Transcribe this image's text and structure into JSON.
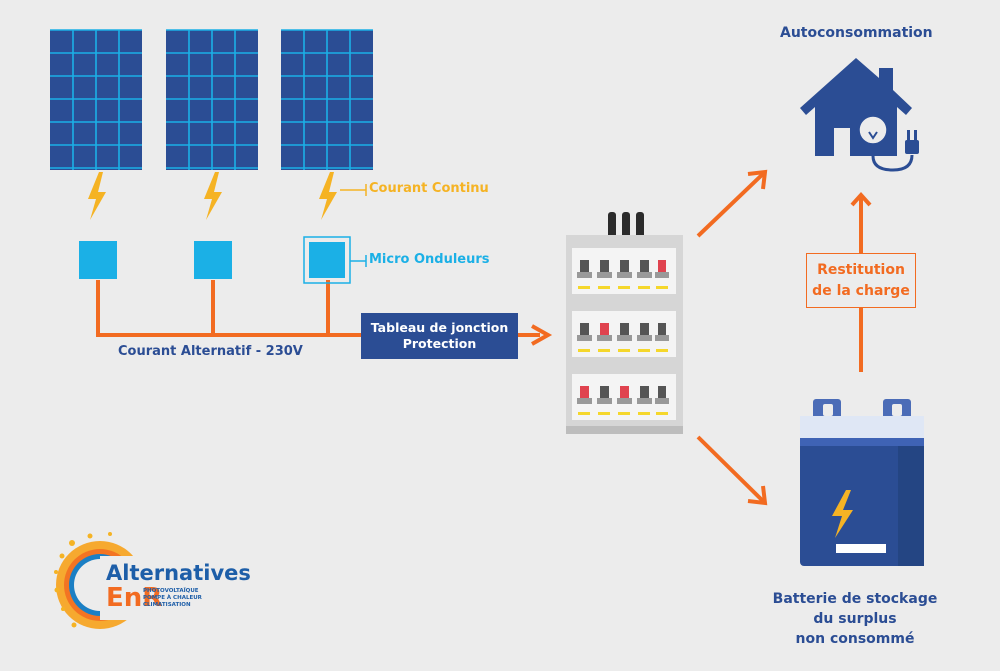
{
  "labels": {
    "dc": "Courant Continu",
    "micro": "Micro Onduleurs",
    "ac": "Courant Alternatif - 230V",
    "tableau_line1": "Tableau de jonction",
    "tableau_line2": "Protection",
    "autoconsommation": "Autoconsommation",
    "restitution_line1": "Restitution",
    "restitution_line2": "de la charge",
    "batterie_line1": "Batterie de stockage",
    "batterie_line2": "du surplus",
    "batterie_line3": "non consommé"
  },
  "logo": {
    "line1": "Alternatives",
    "line2": "EnR",
    "tagline1": "PHOTOVOLTAÏQUE",
    "tagline2": "POMPE À CHALEUR",
    "tagline3": "CLIMATISATION"
  },
  "colors": {
    "panel": "#2b4d94",
    "panel_grid": "#1bb0e6",
    "bolt": "#f5b324",
    "inverter": "#1bb0e6",
    "wire": "#f26b21",
    "navy": "#2b4d94",
    "background": "#ececec"
  },
  "icons": [
    "solar-panel-icon",
    "lightning-bolt-icon",
    "micro-inverter-icon",
    "electrical-panel-icon",
    "house-icon",
    "light-bulb-icon",
    "power-plug-icon",
    "battery-icon"
  ]
}
